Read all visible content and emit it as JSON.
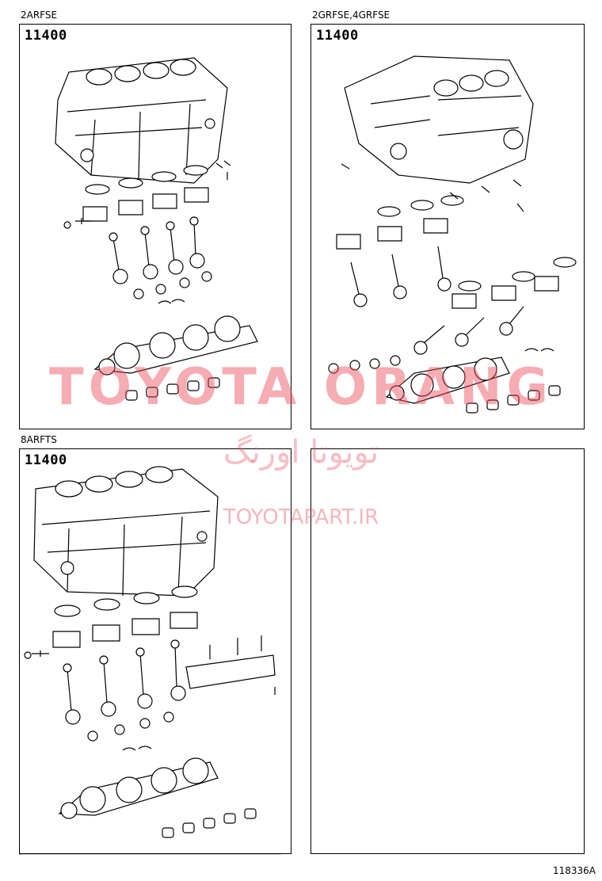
{
  "panels": [
    {
      "engine": "2ARFSE",
      "part_number": "11400"
    },
    {
      "engine": "2GRFSE,4GRFSE",
      "part_number": "11400"
    },
    {
      "engine": "8ARFTS",
      "part_number": "11400"
    },
    {
      "engine": "",
      "part_number": ""
    }
  ],
  "watermark": {
    "brand": "TOYOTA ORANG",
    "persian": "تویوتا اورنگ",
    "site": "TOYOTAPART.IR",
    "color": "#e84655"
  },
  "figure_code": "118336A"
}
